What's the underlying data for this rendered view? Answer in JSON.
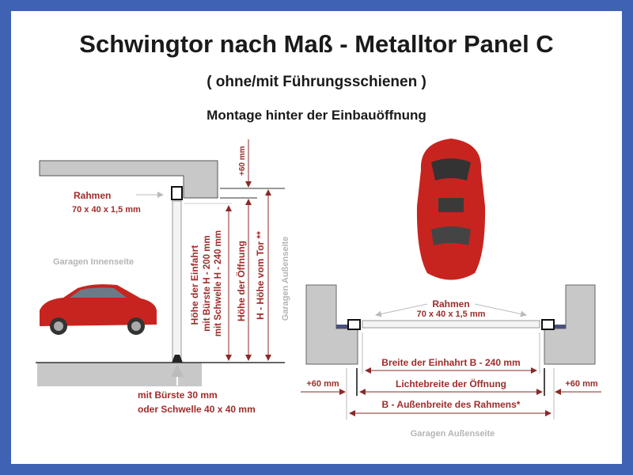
{
  "title": "Schwingtor nach Maß - Metalltor Panel C",
  "subtitle": "( ohne/mit Führungsschienen )",
  "heading": "Montage hinter der Einbauöffnung",
  "colors": {
    "border": "#3f62b5",
    "label": "#9e2c2a",
    "wall": "#c8c8c8",
    "car": "#c8241f"
  },
  "side_view": {
    "rahmen": "Rahmen",
    "rahmen_size": "70 x 40 x 1,5 mm",
    "plus60": "+60 mm",
    "inside": "Garagen Innenseite",
    "outside": "Garagen Außenseite",
    "einfahrt": "Höhe der Einfahrt",
    "buerste": "mit Bürste    H - 200 mm",
    "schwelle": "mit Schwelle H - 240 mm",
    "oeffnung": "Höhe der Öffnung",
    "tor": "H - Höhe vom Tor **",
    "bottom1": "mit Bürste 30 mm",
    "bottom2": "oder Schwelle  40 x 40 mm"
  },
  "top_view": {
    "rahmen": "Rahmen",
    "rahmen_size": "70 x 40 x 1,5 mm",
    "einfahrt": "Breite der Einhahrt B - 240 mm",
    "licht": "Lichtebreite der Öffnung",
    "aussen": "B - Außenbreite des Rahmens*",
    "plus60_left": "+60 mm",
    "plus60_right": "+60 mm",
    "outside": "Garagen Außenseite"
  }
}
